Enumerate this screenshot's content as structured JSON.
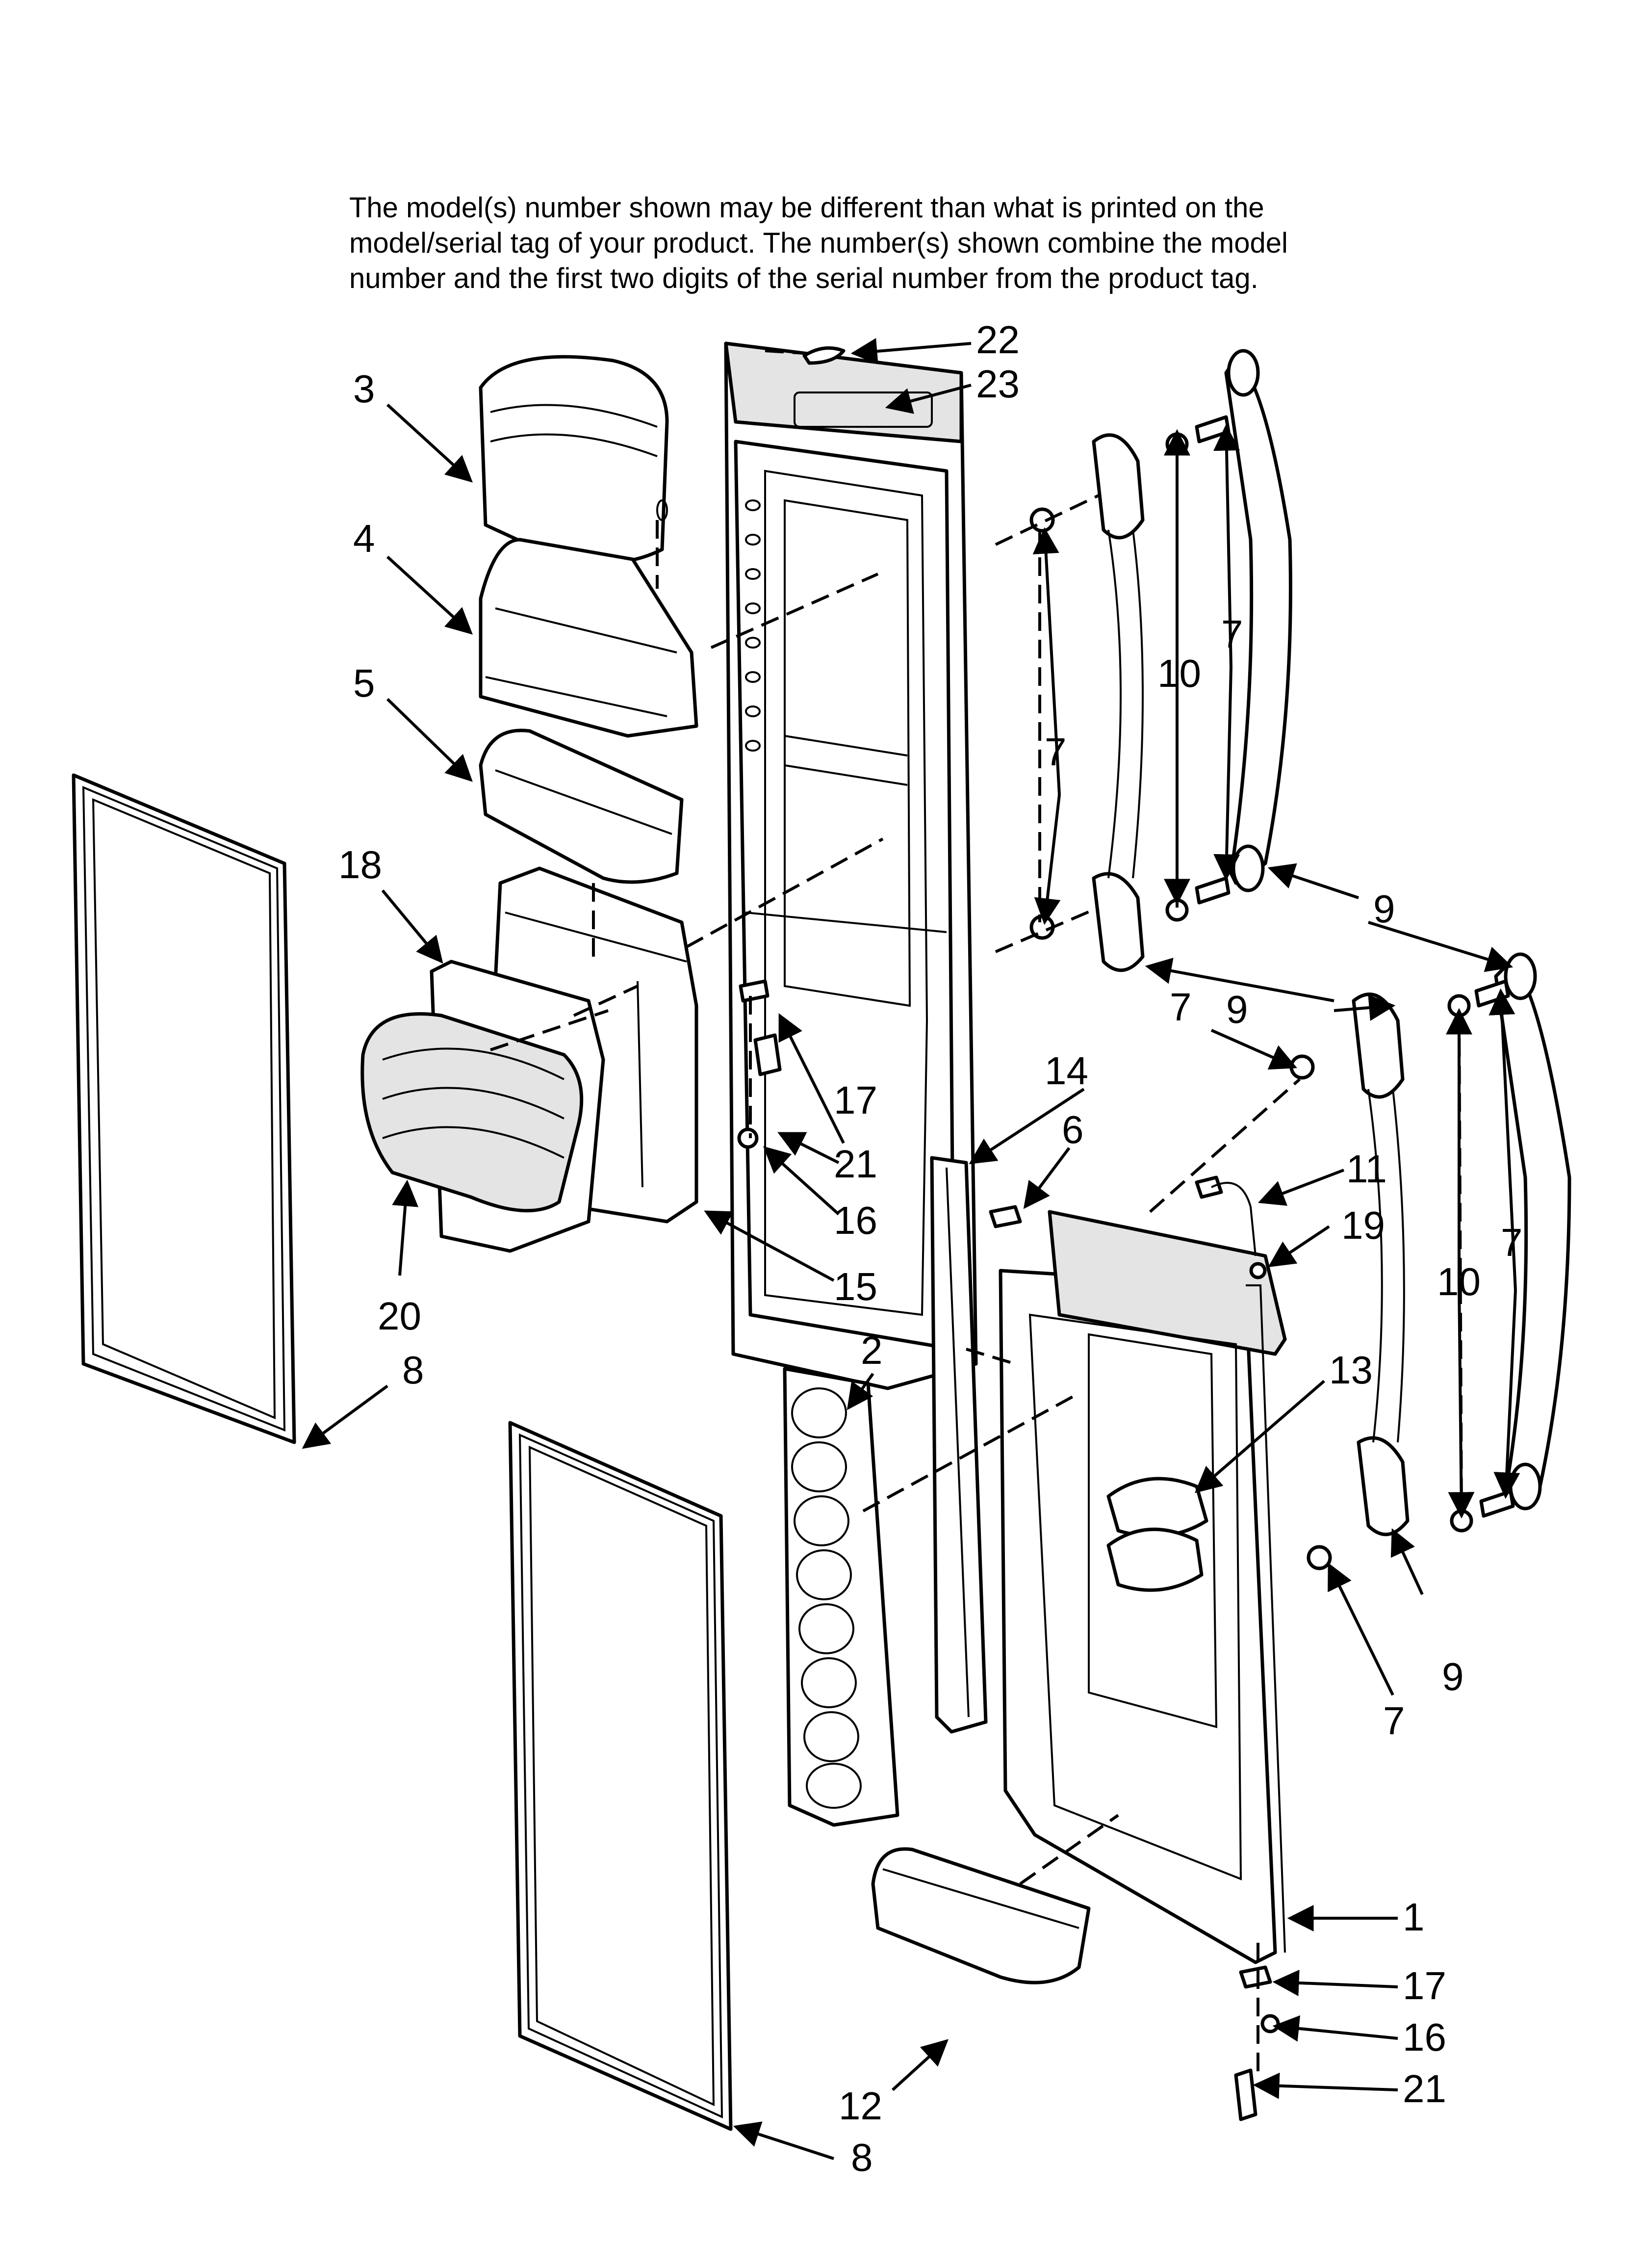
{
  "note": {
    "line1": "The model(s) number shown may be different than what is printed on the",
    "line2": "model/serial tag of your product. The number(s) shown combine the model",
    "line3": "number and the first two digits of the serial number from the product tag."
  },
  "callouts": [
    {
      "id": "c22",
      "label": "22"
    },
    {
      "id": "c23",
      "label": "23"
    },
    {
      "id": "c3",
      "label": "3"
    },
    {
      "id": "c4",
      "label": "4"
    },
    {
      "id": "c5",
      "label": "5"
    },
    {
      "id": "c18",
      "label": "18"
    },
    {
      "id": "c20",
      "label": "20"
    },
    {
      "id": "c8a",
      "label": "8"
    },
    {
      "id": "c8b",
      "label": "8"
    },
    {
      "id": "c17a",
      "label": "17"
    },
    {
      "id": "c21a",
      "label": "21"
    },
    {
      "id": "c16a",
      "label": "16"
    },
    {
      "id": "c15",
      "label": "15"
    },
    {
      "id": "c14",
      "label": "14"
    },
    {
      "id": "c6",
      "label": "6"
    },
    {
      "id": "c2",
      "label": "2"
    },
    {
      "id": "c7a",
      "label": "7"
    },
    {
      "id": "c10a",
      "label": "10"
    },
    {
      "id": "c7b",
      "label": "7"
    },
    {
      "id": "c9a",
      "label": "9"
    },
    {
      "id": "c9b",
      "label": "9"
    },
    {
      "id": "c7c",
      "label": "7"
    },
    {
      "id": "c11",
      "label": "11"
    },
    {
      "id": "c19",
      "label": "19"
    },
    {
      "id": "c13",
      "label": "13"
    },
    {
      "id": "c10b",
      "label": "10"
    },
    {
      "id": "c7d",
      "label": "7"
    },
    {
      "id": "c9c",
      "label": "9"
    },
    {
      "id": "c7e",
      "label": "7"
    },
    {
      "id": "c1",
      "label": "1"
    },
    {
      "id": "c17b",
      "label": "17"
    },
    {
      "id": "c16b",
      "label": "16"
    },
    {
      "id": "c21b",
      "label": "21"
    },
    {
      "id": "c12",
      "label": "12"
    }
  ]
}
